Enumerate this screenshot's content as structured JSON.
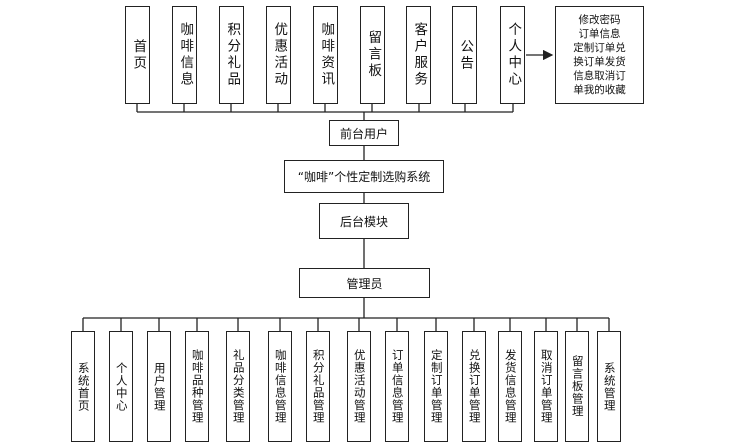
{
  "top_items": [
    "首页",
    "咖啡信息",
    "积分礼品",
    "优惠活动",
    "咖啡资讯",
    "留言板",
    "客户服务",
    "公告",
    "个人中心"
  ],
  "personal_center_detail": [
    "修改密码",
    "订单信息",
    "定制订单兑",
    "换订单发货",
    "信息取消订",
    "单我的收藏"
  ],
  "frontend_node": "前台用户",
  "system_node": "“咖啡”个性定制选购系统",
  "backend_node": "后台模块",
  "admin_node": "管理员",
  "bottom_items": [
    "系统首页",
    "个人中心",
    "用户管理",
    "咖啡品种管理",
    "礼品分类管理",
    "咖啡信息管理",
    "积分礼品管理",
    "优惠活动管理",
    "订单信息管理",
    "定制订单管理",
    "兑换订单管理",
    "发货信息管理",
    "取消订单管理",
    "留言板管理",
    "系统管理"
  ]
}
